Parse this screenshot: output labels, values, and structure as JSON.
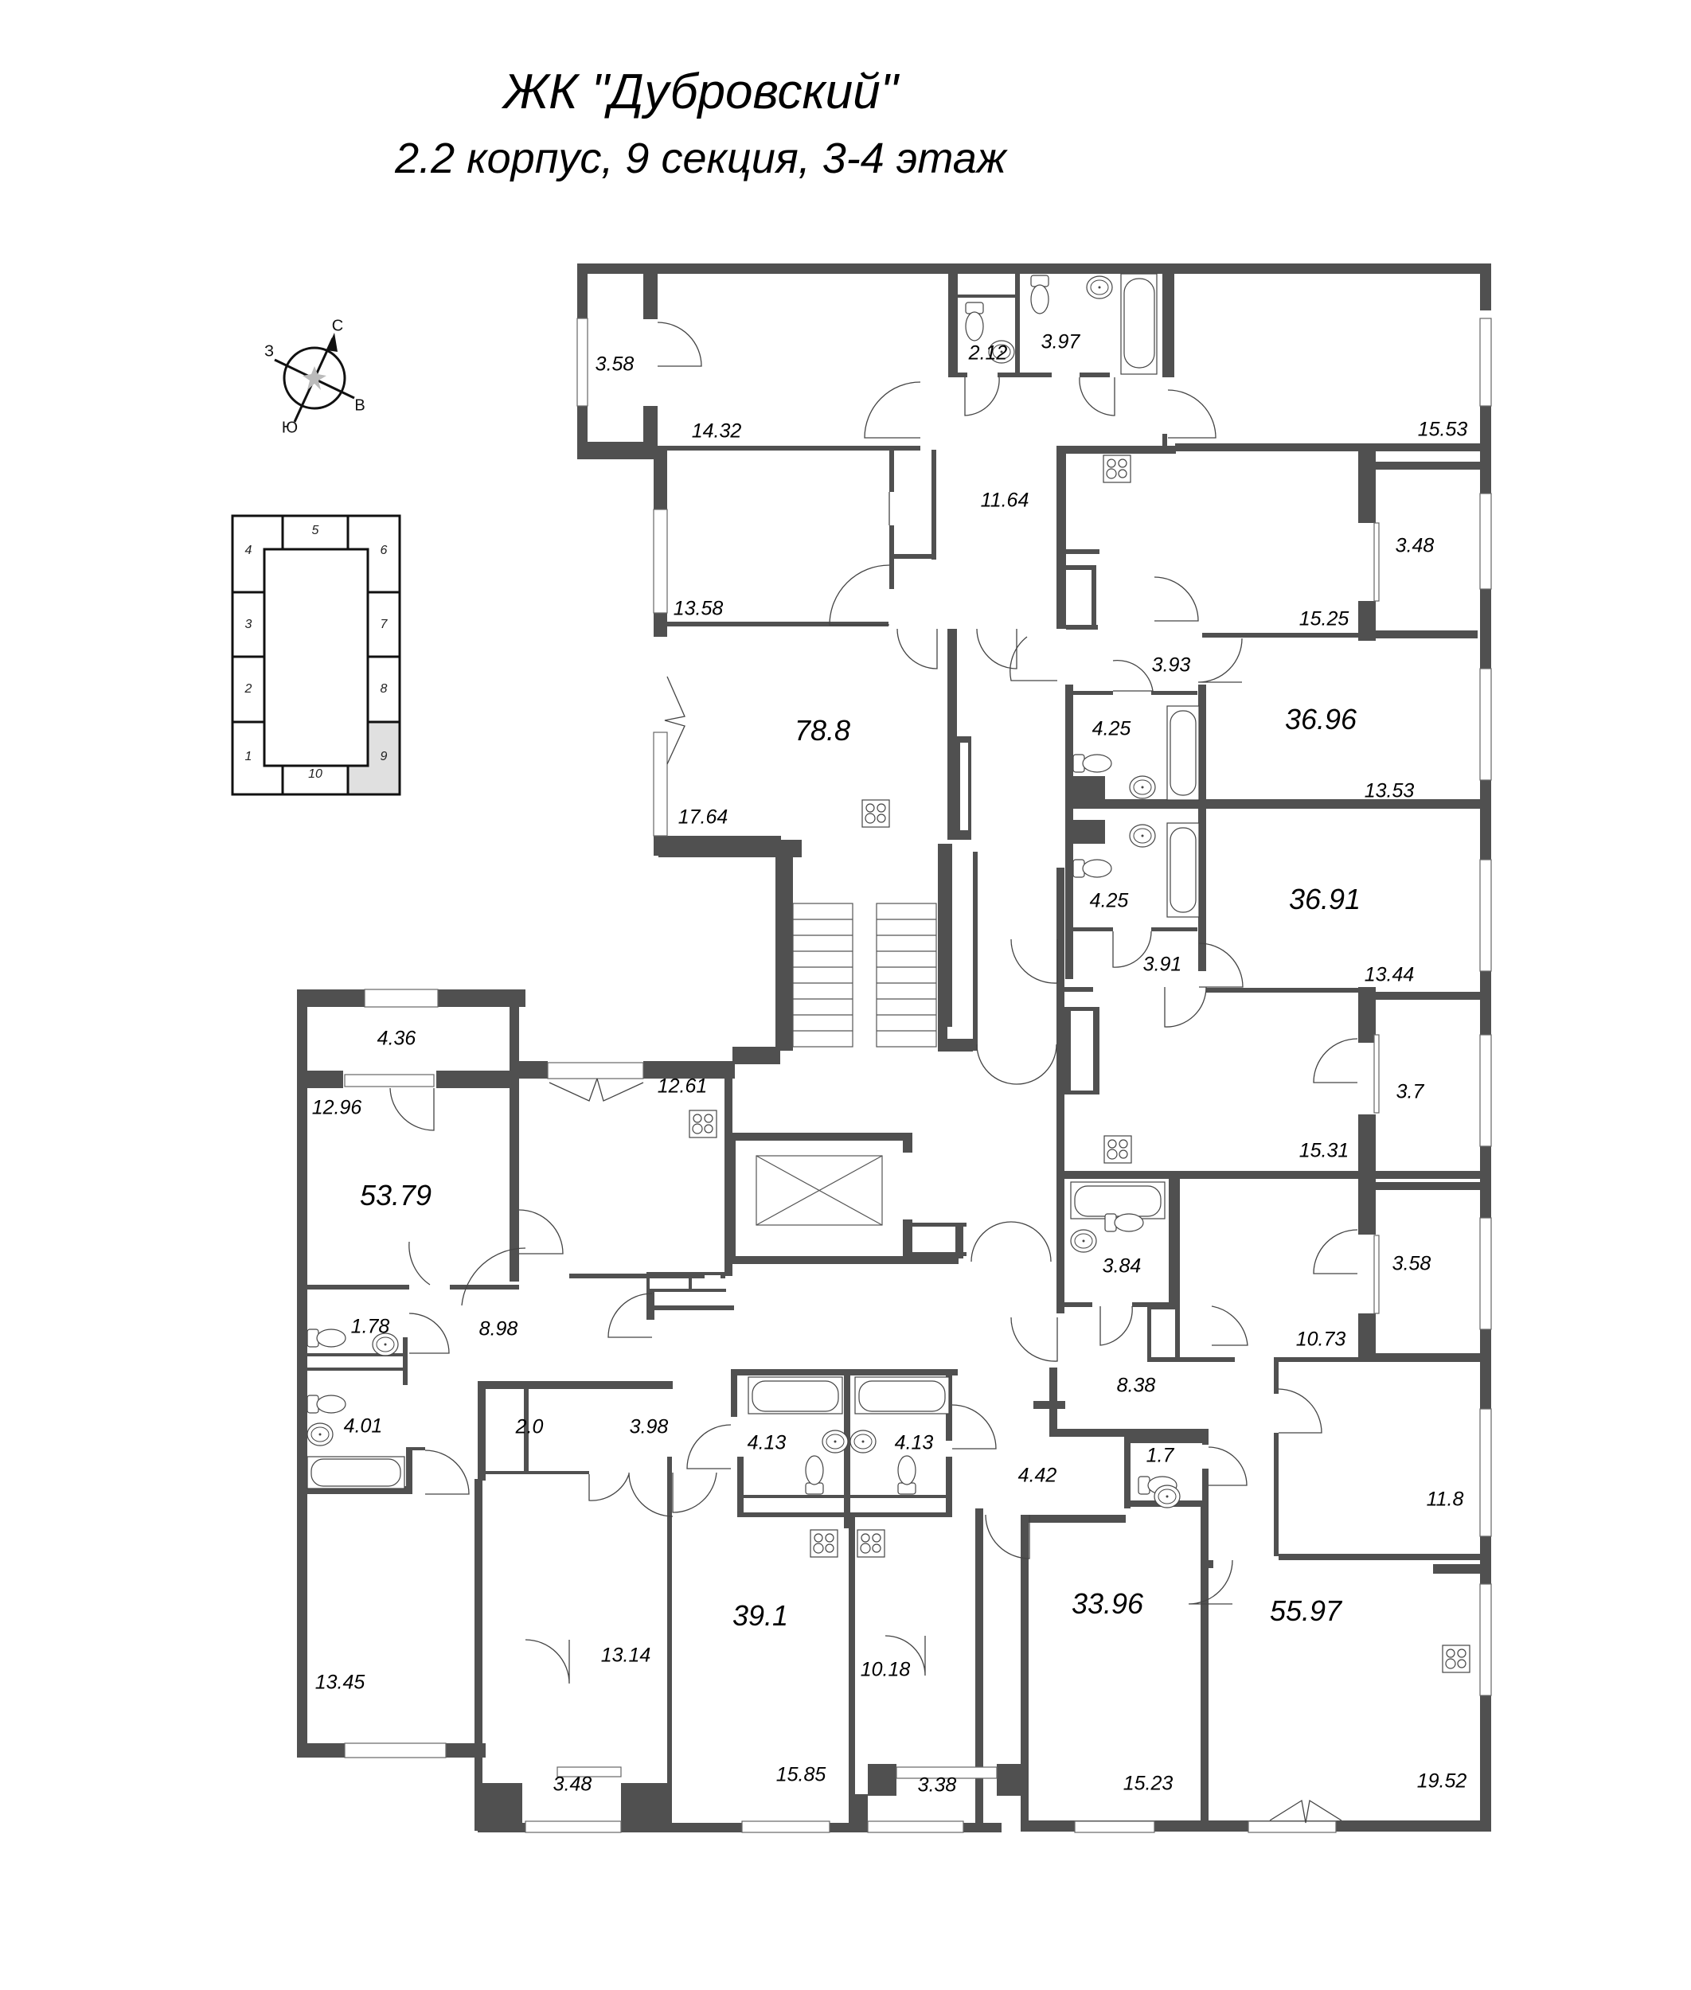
{
  "header": {
    "title": "ЖК \"Дубровский\"",
    "subtitle": "2.2 корпус, 9 секция, 3-4 этаж"
  },
  "compass": {
    "north": "С",
    "south": "Ю",
    "west": "З",
    "east": "В"
  },
  "key_plan": {
    "sections": [
      "1",
      "2",
      "3",
      "4",
      "5",
      "6",
      "7",
      "8",
      "9",
      "10"
    ],
    "highlighted_section": "9",
    "highlight_color": "#e0e0e0"
  },
  "colors": {
    "wall": "#505050",
    "background": "#ffffff",
    "line": "#333333"
  },
  "apartments": [
    {
      "id": "apt-top-left",
      "total_area": "78.8",
      "rooms": [
        "3.58",
        "14.32",
        "2.12",
        "3.97",
        "15.53",
        "11.64",
        "13.58",
        "17.64"
      ]
    },
    {
      "id": "apt-right-upper",
      "total_area": "36.96",
      "rooms": [
        "15.25",
        "3.48",
        "3.93",
        "4.25",
        "13.53"
      ]
    },
    {
      "id": "apt-right-middle",
      "total_area": "36.91",
      "rooms": [
        "4.25",
        "3.91",
        "13.44",
        "15.31",
        "3.7"
      ]
    },
    {
      "id": "apt-left",
      "total_area": "53.79",
      "rooms": [
        "4.36",
        "12.96",
        "12.61",
        "8.98",
        "1.78",
        "4.01",
        "13.45"
      ]
    },
    {
      "id": "apt-bottom-center-left",
      "total_area": "39.1",
      "rooms": [
        "2.0",
        "3.98",
        "4.13",
        "13.14",
        "3.48",
        "15.85"
      ]
    },
    {
      "id": "apt-bottom-center-right",
      "total_area": "33.96",
      "rooms": [
        "4.13",
        "4.42",
        "10.18",
        "3.38",
        "15.23"
      ]
    },
    {
      "id": "apt-bottom-right",
      "total_area": "55.97",
      "rooms": [
        "3.84",
        "10.73",
        "3.58",
        "8.38",
        "1.7",
        "11.8",
        "19.52"
      ]
    }
  ],
  "labels": {
    "balcony_tl": "3.58",
    "room_tl": "14.32",
    "wc_top": "2.12",
    "bath_top": "3.97",
    "room_tr": "15.53",
    "hall_top": "11.64",
    "room_13_58": "13.58",
    "kitchen_17_64": "17.64",
    "total_78_8": "78.8",
    "kitchen_15_25": "15.25",
    "balcony_3_48_r": "3.48",
    "hall_3_93": "3.93",
    "bath_4_25_a": "4.25",
    "total_36_96": "36.96",
    "room_13_53": "13.53",
    "bath_4_25_b": "4.25",
    "total_36_91": "36.91",
    "hall_3_91": "3.91",
    "room_13_44": "13.44",
    "kitchen_15_31": "15.31",
    "balcony_3_7": "3.7",
    "bath_3_84": "3.84",
    "room_10_73": "10.73",
    "balcony_3_58_r": "3.58",
    "hall_8_38": "8.38",
    "wc_1_7": "1.7",
    "room_11_8": "11.8",
    "total_55_97": "55.97",
    "kitchen_19_52": "19.52",
    "balcony_4_36": "4.36",
    "room_12_96": "12.96",
    "total_53_79": "53.79",
    "kitchen_12_61": "12.61",
    "wc_1_78": "1.78",
    "hall_8_98": "8.98",
    "bath_4_01": "4.01",
    "room_13_45": "13.45",
    "closet_2_0": "2.0",
    "hall_3_98": "3.98",
    "bath_4_13_a": "4.13",
    "bath_4_13_b": "4.13",
    "hall_4_42": "4.42",
    "room_13_14": "13.14",
    "total_39_1": "39.1",
    "room_10_18": "10.18",
    "balcony_3_48_b": "3.48",
    "kitchen_15_85": "15.85",
    "balcony_3_38": "3.38",
    "total_33_96": "33.96",
    "room_15_23": "15.23"
  }
}
